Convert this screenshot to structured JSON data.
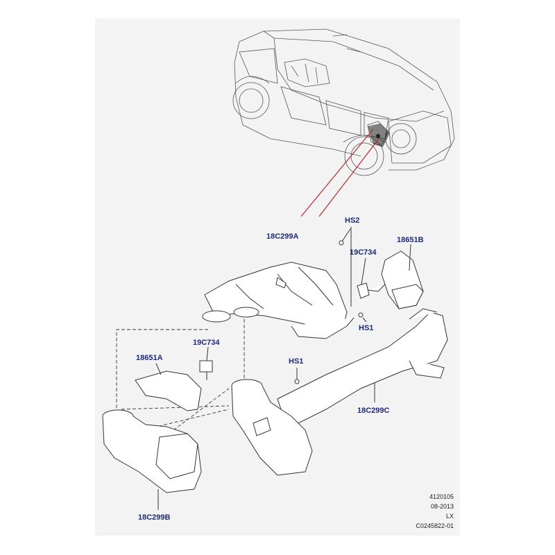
{
  "callouts": {
    "part_18c299a": "18C299A",
    "part_hs2": "HS2",
    "part_19c734_top": "19C734",
    "part_18651b": "18651B",
    "part_hs1_top": "HS1",
    "part_19c734_left": "19C734",
    "part_18651a": "18651A",
    "part_hs1_mid": "HS1",
    "part_18c299c": "18C299C",
    "part_18c299b": "18C299B"
  },
  "reference": {
    "code": "4120105",
    "date": "08-2013",
    "model": "LX",
    "drawing_no": "C0245822-01"
  },
  "colors": {
    "panel": "#f3f3f3",
    "callout_text": "#1c2a7a",
    "leader_red": "#c0262a",
    "line_art": "#333333"
  }
}
